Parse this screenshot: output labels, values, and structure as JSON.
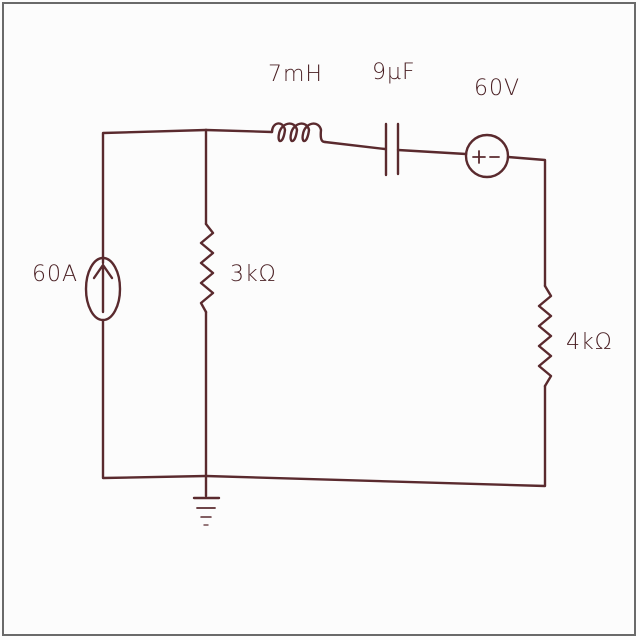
{
  "diagram": {
    "labels": {
      "inductor": "7mH",
      "capacitor": "9µF",
      "voltage_source": "60V",
      "current_source": "60A",
      "resistor_left": "3kΩ",
      "resistor_right": "4kΩ"
    },
    "voltage_source_polarity": "+ -",
    "colors": {
      "ink": "#5a2a2e",
      "frame": "#6a6a6a",
      "background": "#fcfcfc"
    }
  }
}
